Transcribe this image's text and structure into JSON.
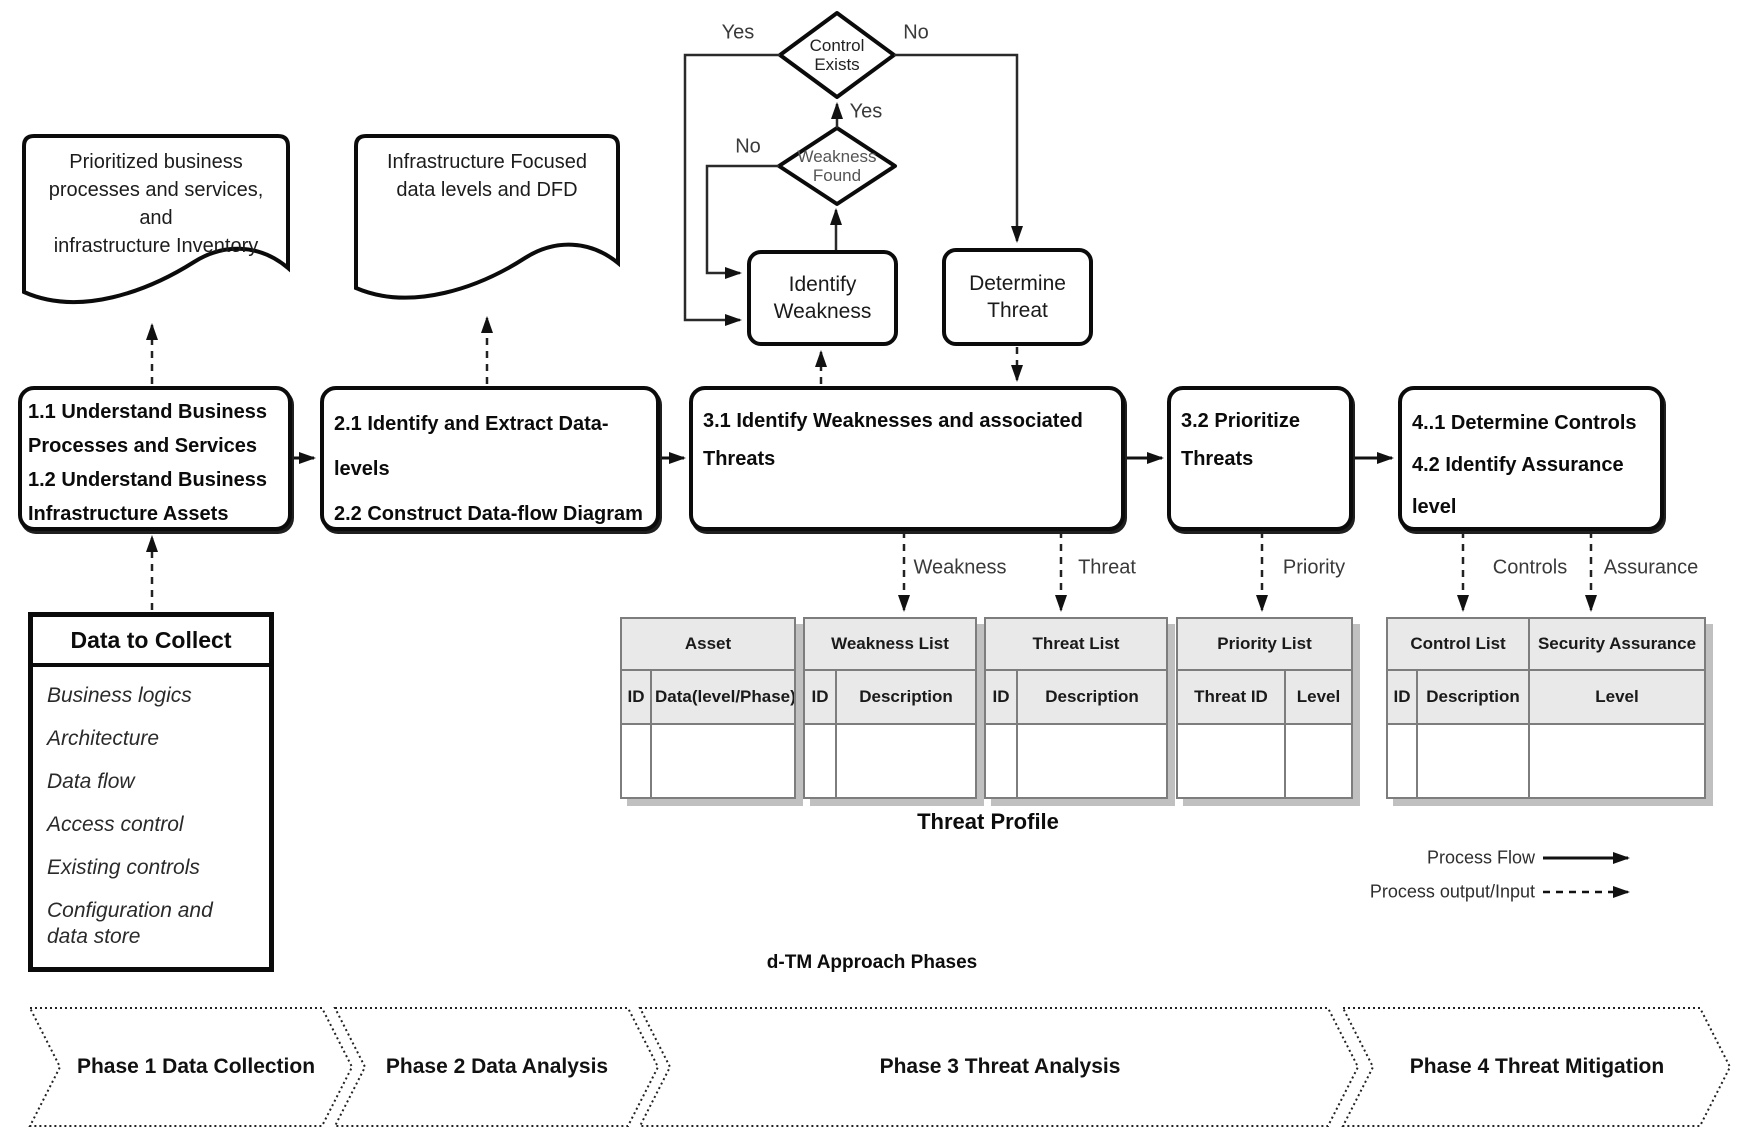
{
  "documents": {
    "doc1": {
      "lines": [
        "Prioritized business",
        "processes and services,",
        "and",
        "infrastructure Inventory"
      ]
    },
    "doc2": {
      "lines": [
        "Infrastructure Focused",
        "data levels and DFD"
      ]
    }
  },
  "decisions": {
    "control_exists": {
      "line1": "Control",
      "line2": "Exists"
    },
    "weakness_found": {
      "line1": "Weakness",
      "line2": "Found"
    }
  },
  "activities": {
    "identify_weakness": {
      "line1": "Identify",
      "line2": "Weakness"
    },
    "determine_threat": {
      "line1": "Determine",
      "line2": "Threat"
    }
  },
  "process_row": [
    {
      "lines": [
        "1.1 Understand Business",
        "Processes and Services",
        "1.2 Understand Business",
        "Infrastructure Assets"
      ]
    },
    {
      "lines": [
        "2.1 Identify and Extract Data-levels",
        "2.2 Construct Data-flow Diagram"
      ]
    },
    {
      "lines": [
        "3.1 Identify Weaknesses and associated",
        "Threats"
      ]
    },
    {
      "lines": [
        "3.2 Prioritize",
        "Threats"
      ]
    },
    {
      "lines": [
        "4..1 Determine Controls",
        "4.2 Identify Assurance level"
      ]
    }
  ],
  "edge_labels": {
    "yes_top": "Yes",
    "no_top": "No",
    "yes_mid": "Yes",
    "no_mid": "No",
    "weakness": "Weakness",
    "threat": "Threat",
    "priority": "Priority",
    "controls": "Controls",
    "assurance": "Assurance"
  },
  "data_to_collect": {
    "title": "Data to Collect",
    "items": [
      "Business logics",
      "Architecture",
      "Data flow",
      "Access control",
      "Existing controls",
      "Configuration and data store"
    ]
  },
  "tables": {
    "asset": {
      "title": "Asset",
      "col1": "ID",
      "col2": "Data(level/Phase)"
    },
    "weakness": {
      "title": "Weakness List",
      "col1": "ID",
      "col2": "Description"
    },
    "threat": {
      "title": "Threat List",
      "col1": "ID",
      "col2": "Description"
    },
    "priority": {
      "title": "Priority List",
      "col1": "Threat ID",
      "col2": "Level"
    },
    "control": {
      "title": "Control List",
      "title2": "Security Assurance",
      "col1": "ID",
      "col2": "Description",
      "col3": "Level"
    }
  },
  "threat_profile_label": "Threat Profile",
  "legend": {
    "flow": "Process Flow",
    "output": "Process output/Input"
  },
  "phases_title": "d-TM Approach Phases",
  "phases": [
    {
      "label": "Phase 1 Data Collection"
    },
    {
      "label": "Phase 2 Data Analysis"
    },
    {
      "label": "Phase 3 Threat Analysis"
    },
    {
      "label": "Phase 4 Threat Mitigation"
    }
  ]
}
